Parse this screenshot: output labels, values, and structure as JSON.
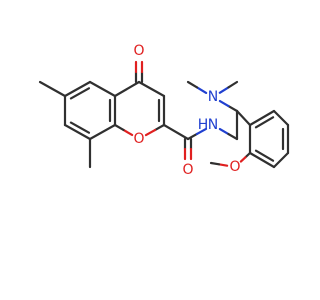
{
  "molecule": {
    "atoms": [
      {
        "name": "carbonyl-oxygen-top",
        "symbol": "O",
        "color": "#e02020"
      },
      {
        "name": "amide-nitrogen",
        "symbol": "N",
        "color": "#2040d0"
      },
      {
        "name": "amide-hydrogen",
        "symbol": "H",
        "color": "#2040d0"
      },
      {
        "name": "dimethylamino-nitrogen",
        "symbol": "N",
        "color": "#2040d0"
      },
      {
        "name": "ring-oxygen",
        "symbol": "O",
        "color": "#e02020"
      },
      {
        "name": "amide-oxygen",
        "symbol": "O",
        "color": "#e02020"
      },
      {
        "name": "methoxy-oxygen",
        "symbol": "O",
        "color": "#e02020"
      }
    ],
    "colors": {
      "bond": "#303030",
      "oxygen": "#e02020",
      "nitrogen": "#2040d0",
      "background": "#ffffff"
    }
  }
}
